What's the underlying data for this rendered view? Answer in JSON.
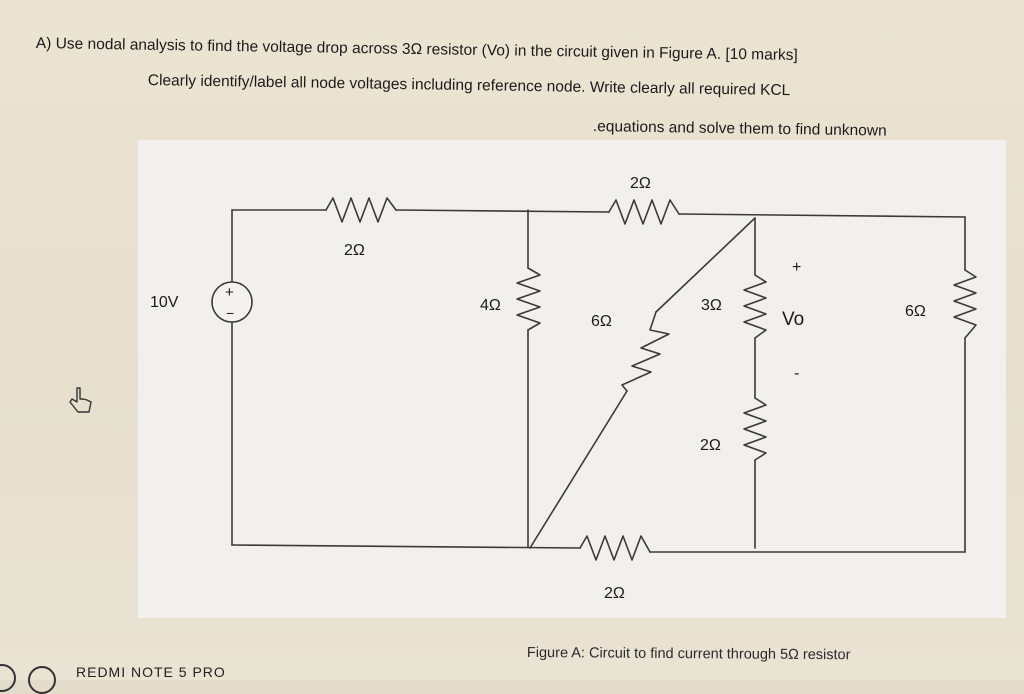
{
  "question": {
    "line1": "A) Use nodal analysis to find the voltage drop across 3Ω resistor (Vo) in the circuit given in Figure A. [10 marks]",
    "line2": "Clearly identify/label all node voltages including reference node. Write clearly all required KCL",
    "line3": ".equations and solve them to find unknown"
  },
  "circuit": {
    "source_label": "10V",
    "source_plus": "+",
    "source_minus": "−",
    "r_top_left": "2Ω",
    "r_top_right": "2Ω",
    "r_4": "4Ω",
    "r_6_diag": "6Ω",
    "r_3": "3Ω",
    "r_2_vert": "2Ω",
    "r_6_right": "6Ω",
    "r_2_bottom": "2Ω",
    "vo_plus": "+",
    "vo_label": "Vo",
    "vo_minus": "-"
  },
  "caption": "Figure A: Circuit to find current through 5Ω resistor",
  "watermark": "REDMI NOTE 5 PRO",
  "colors": {
    "wire": "#3a3a3a",
    "text": "#1b1b1b",
    "figure_bg": "#f2f0ec",
    "page_bg": "#e8e1cf"
  }
}
